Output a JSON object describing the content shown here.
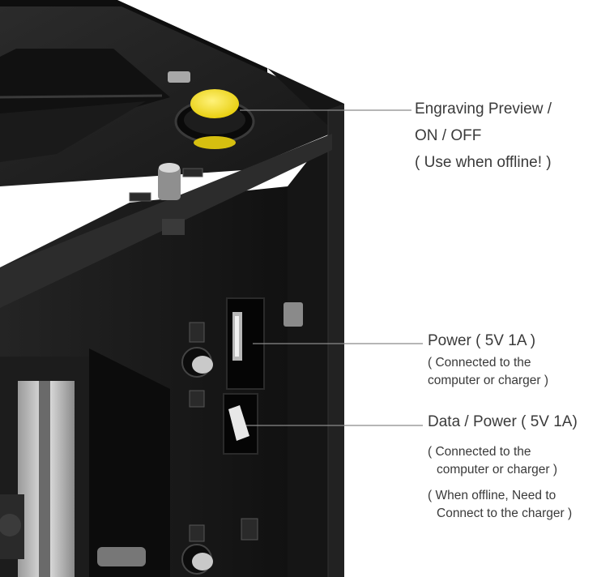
{
  "callouts": {
    "preview": {
      "line1": "Engraving Preview /",
      "line2": "ON / OFF",
      "line3": "( Use when offline! )"
    },
    "power": {
      "title": "Power ( 5V 1A )",
      "line1": "( Connected to the",
      "line2": "computer or charger )"
    },
    "data_power": {
      "title": "Data / Power ( 5V 1A)",
      "line1": "( Connected to the",
      "line2": "computer or charger )",
      "line3": "( When offline, Need to",
      "line4": "Connect to the charger )"
    }
  },
  "colors": {
    "background": "#ffffff",
    "frame": "#141414",
    "button_yellow": "#f2df2a",
    "text": "#3a3a3a",
    "leader_line": "#8a8a8a"
  },
  "icons": [
    "preview-button-icon",
    "usb-port-icon",
    "screw-icon"
  ]
}
